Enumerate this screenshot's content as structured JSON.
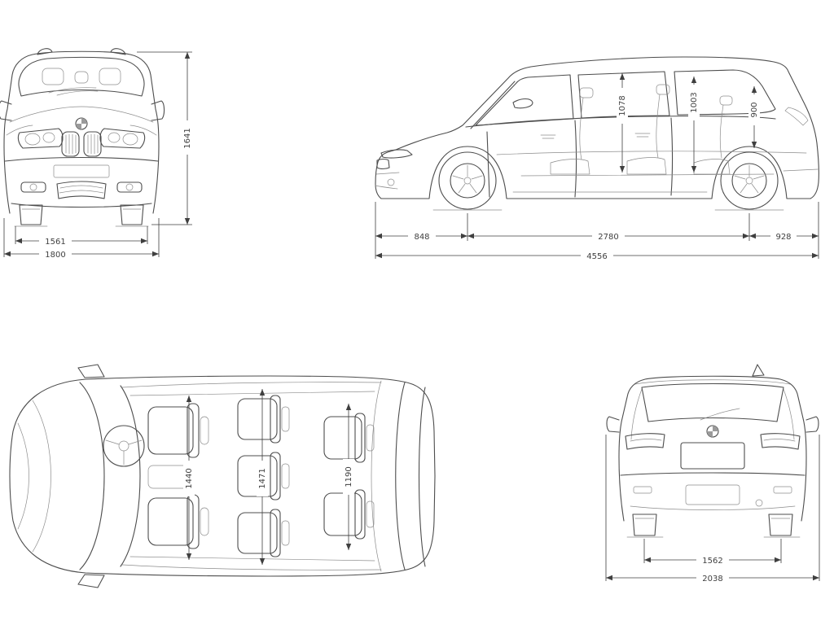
{
  "colors": {
    "background": "#ffffff",
    "line": "#4d4d4d",
    "dimension": "#3f3f3f"
  },
  "views": {
    "front": {
      "dimensions": {
        "overall_height": "1641",
        "front_track": "1561",
        "overall_width": "1800"
      }
    },
    "side": {
      "dimensions": {
        "front_interior_height": "1078",
        "middle_interior_height": "1003",
        "rear_interior_height": "900",
        "front_overhang": "848",
        "wheelbase": "2780",
        "rear_overhang": "928",
        "overall_length": "4556"
      }
    },
    "top": {
      "dimensions": {
        "front_interior_width": "1440",
        "middle_interior_width": "1471",
        "rear_interior_width": "1190"
      }
    },
    "rear": {
      "dimensions": {
        "rear_track": "1562",
        "overall_width_incl_mirrors": "2038"
      }
    }
  }
}
